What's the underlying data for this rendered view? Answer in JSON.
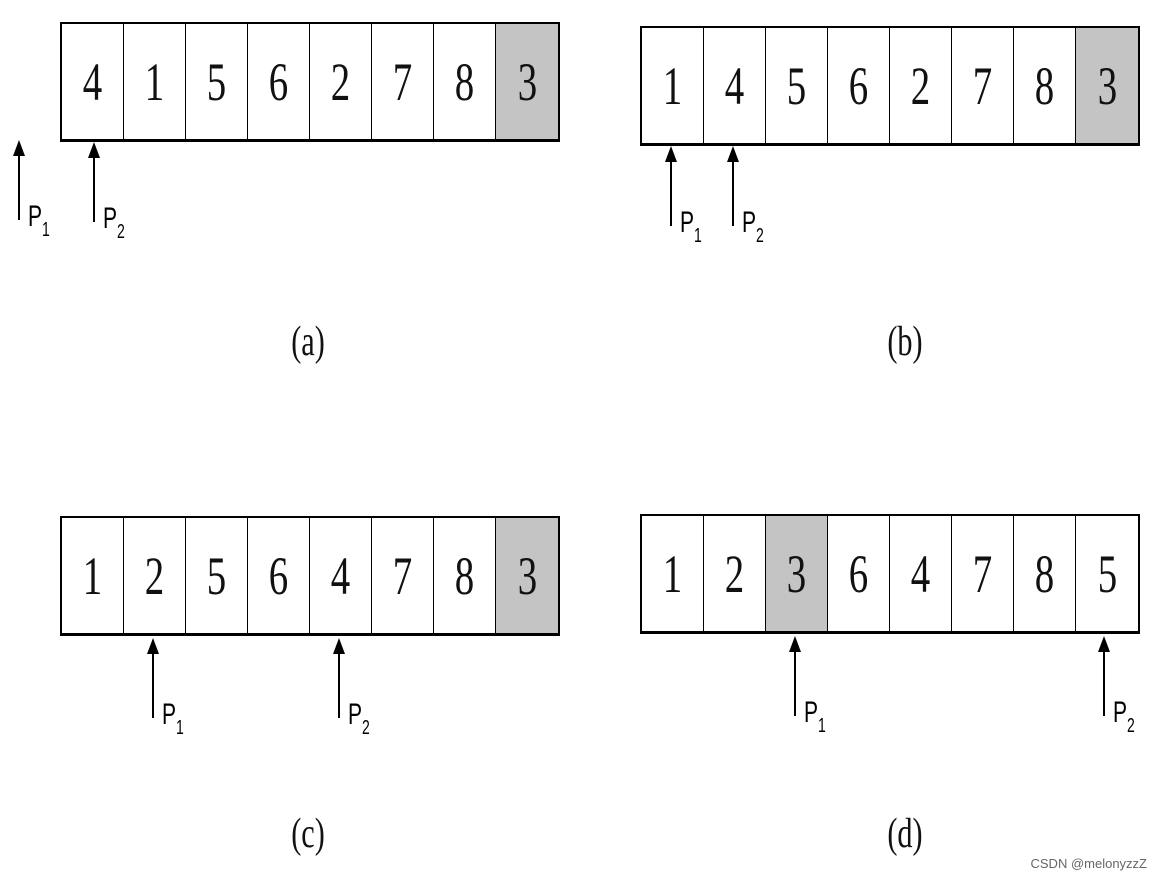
{
  "panels": [
    {
      "id": "a",
      "caption": "(a)",
      "cells": [
        "4",
        "1",
        "5",
        "6",
        "2",
        "7",
        "8",
        "3"
      ],
      "highlight": [
        7
      ],
      "pointers": [
        {
          "label": "P",
          "sub": "1"
        },
        {
          "label": "P",
          "sub": "2"
        }
      ]
    },
    {
      "id": "b",
      "caption": "(b)",
      "cells": [
        "1",
        "4",
        "5",
        "6",
        "2",
        "7",
        "8",
        "3"
      ],
      "highlight": [
        7
      ],
      "pointers": [
        {
          "label": "P",
          "sub": "1"
        },
        {
          "label": "P",
          "sub": "2"
        }
      ]
    },
    {
      "id": "c",
      "caption": "(c)",
      "cells": [
        "1",
        "2",
        "5",
        "6",
        "4",
        "7",
        "8",
        "3"
      ],
      "highlight": [
        7
      ],
      "pointers": [
        {
          "label": "P",
          "sub": "1"
        },
        {
          "label": "P",
          "sub": "2"
        }
      ]
    },
    {
      "id": "d",
      "caption": "(d)",
      "cells": [
        "1",
        "2",
        "3",
        "6",
        "4",
        "7",
        "8",
        "5"
      ],
      "highlight": [
        2
      ],
      "pointers": [
        {
          "label": "P",
          "sub": "1"
        },
        {
          "label": "P",
          "sub": "2"
        }
      ]
    }
  ],
  "watermark": "CSDN @melonyzzZ"
}
